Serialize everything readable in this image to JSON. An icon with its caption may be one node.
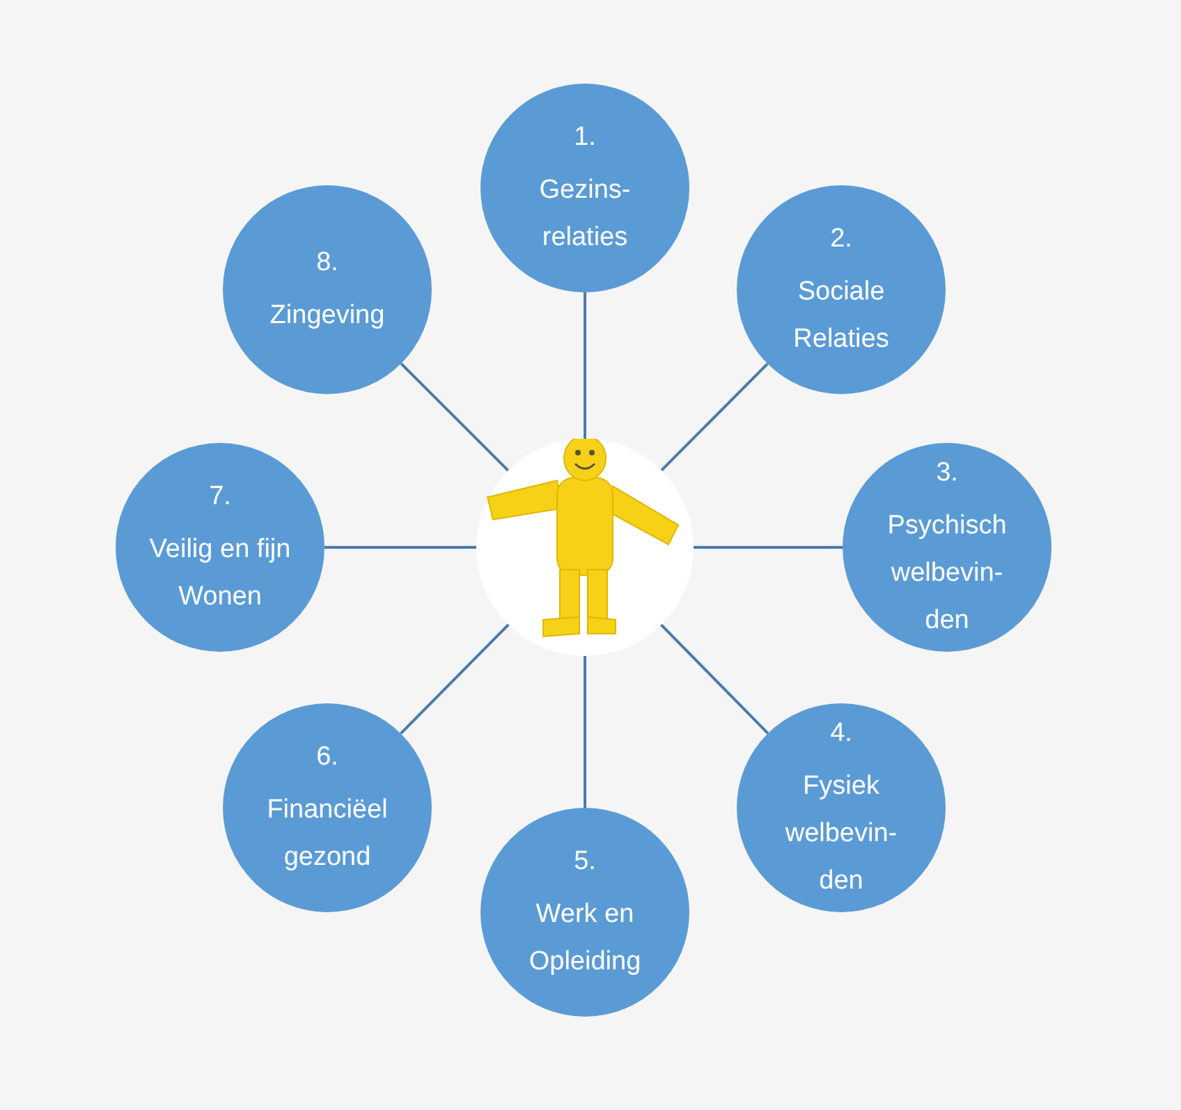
{
  "diagram": {
    "nodes": [
      {
        "text": [
          "1.",
          "Gezins- relaties"
        ]
      },
      {
        "text": [
          "2.",
          "Sociale Relaties"
        ]
      },
      {
        "text": [
          "3.",
          "Psychisch welbevin- den"
        ]
      },
      {
        "text": [
          "4.",
          "Fysiek welbevin- den"
        ]
      },
      {
        "text": [
          "5.",
          "Werk en Opleiding"
        ]
      },
      {
        "text": [
          "6.",
          "Financiëel gezond"
        ]
      },
      {
        "text": [
          "7.",
          "Veilig en fijn Wonen"
        ]
      },
      {
        "text": [
          "8.",
          "Zingeving"
        ]
      },
      {
        "text": [],
        "shape": "picture"
      }
    ],
    "edges": [
      {
        "from": 8,
        "to": 0,
        "arrow": "none"
      },
      {
        "from": 8,
        "to": 1,
        "arrow": "none"
      },
      {
        "from": 8,
        "to": 2,
        "arrow": "none"
      },
      {
        "from": 8,
        "to": 3,
        "arrow": "none"
      },
      {
        "from": 8,
        "to": 4,
        "arrow": "none"
      },
      {
        "from": 8,
        "to": 5,
        "arrow": "none"
      },
      {
        "from": 8,
        "to": 6,
        "arrow": "none"
      },
      {
        "from": 8,
        "to": 7,
        "arrow": "none"
      }
    ]
  }
}
